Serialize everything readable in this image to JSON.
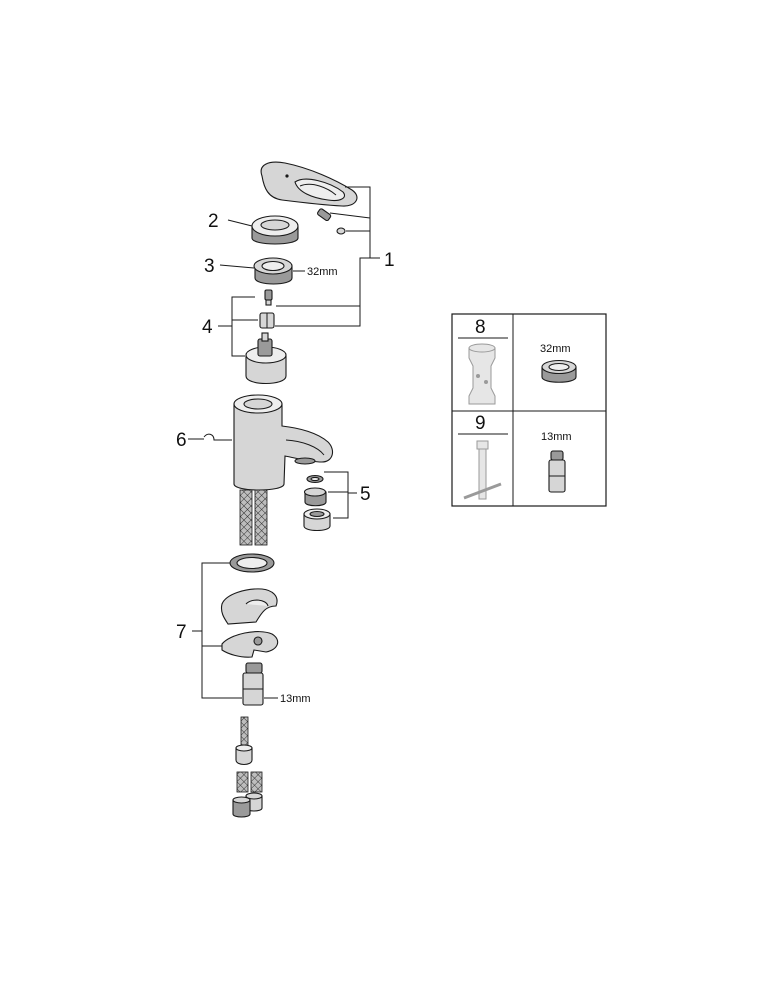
{
  "diagram": {
    "callouts": [
      {
        "id": "1",
        "label": "1"
      },
      {
        "id": "2",
        "label": "2"
      },
      {
        "id": "3",
        "label": "3"
      },
      {
        "id": "4",
        "label": "4"
      },
      {
        "id": "5",
        "label": "5"
      },
      {
        "id": "6",
        "label": "6"
      },
      {
        "id": "7",
        "label": "7"
      }
    ],
    "dimensions": {
      "nut_size": "32mm",
      "hex_size": "13mm"
    },
    "tool_panel": {
      "tools": [
        {
          "number": "8",
          "size": "32mm"
        },
        {
          "number": "9",
          "size": "13mm"
        }
      ]
    }
  }
}
